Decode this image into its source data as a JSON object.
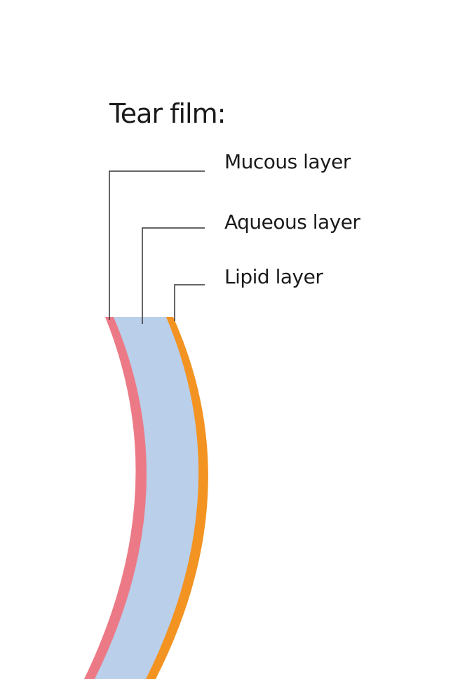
{
  "title": "Tear film:",
  "labels": {
    "mucous": "Mucous layer",
    "aqueous": "Aqueous layer",
    "lipid": "Lipid layer"
  },
  "colors": {
    "mucous": "#ec7a86",
    "aqueous": "#b9cfea",
    "lipid": "#f39322"
  }
}
